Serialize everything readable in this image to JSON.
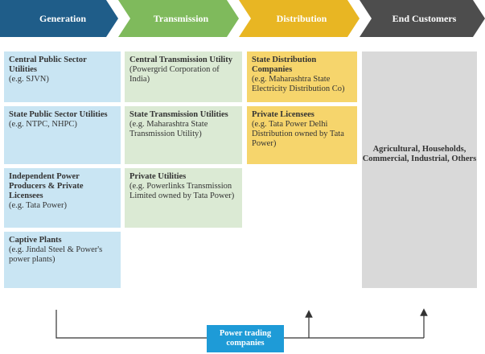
{
  "stages": [
    {
      "label": "Generation",
      "color": "#1f5d89"
    },
    {
      "label": "Transmission",
      "color": "#7fba5c"
    },
    {
      "label": "Distribution",
      "color": "#e8b623"
    },
    {
      "label": "End Customers",
      "color": "#4d4d4d"
    }
  ],
  "generation": [
    {
      "title": "Central Public Sector Utilities",
      "note": "(e.g. SJVN)"
    },
    {
      "title": "State Public Sector Utilities",
      "note": "(e.g. NTPC, NHPC)"
    },
    {
      "title": "Independent Power Producers & Private Licensees",
      "note": "(e.g. Tata Power)"
    },
    {
      "title": "Captive Plants",
      "note": "(e.g. Jindal Steel & Power's power plants)"
    }
  ],
  "transmission": [
    {
      "title": "Central Transmission Utility",
      "note": "(Powergrid Corporation of India)"
    },
    {
      "title": "State Transmission Utilities",
      "note": "(e.g. Maharashtra State Transmission Utility)"
    },
    {
      "title": "Private Utilities",
      "note": "(e.g. Powerlinks Transmission Limited owned by Tata Power)"
    }
  ],
  "distribution": [
    {
      "title": "State Distribution Companies",
      "note": "(e.g. Maharashtra State Electricity Distribution Co)"
    },
    {
      "title": "Private Licensees",
      "note": "(e.g. Tata Power Delhi Distribution owned by Tata Power)"
    }
  ],
  "end_customers": {
    "text": "Agricultural, Households, Commercial, Industrial, Others"
  },
  "trading": {
    "label": "Power trading companies"
  }
}
